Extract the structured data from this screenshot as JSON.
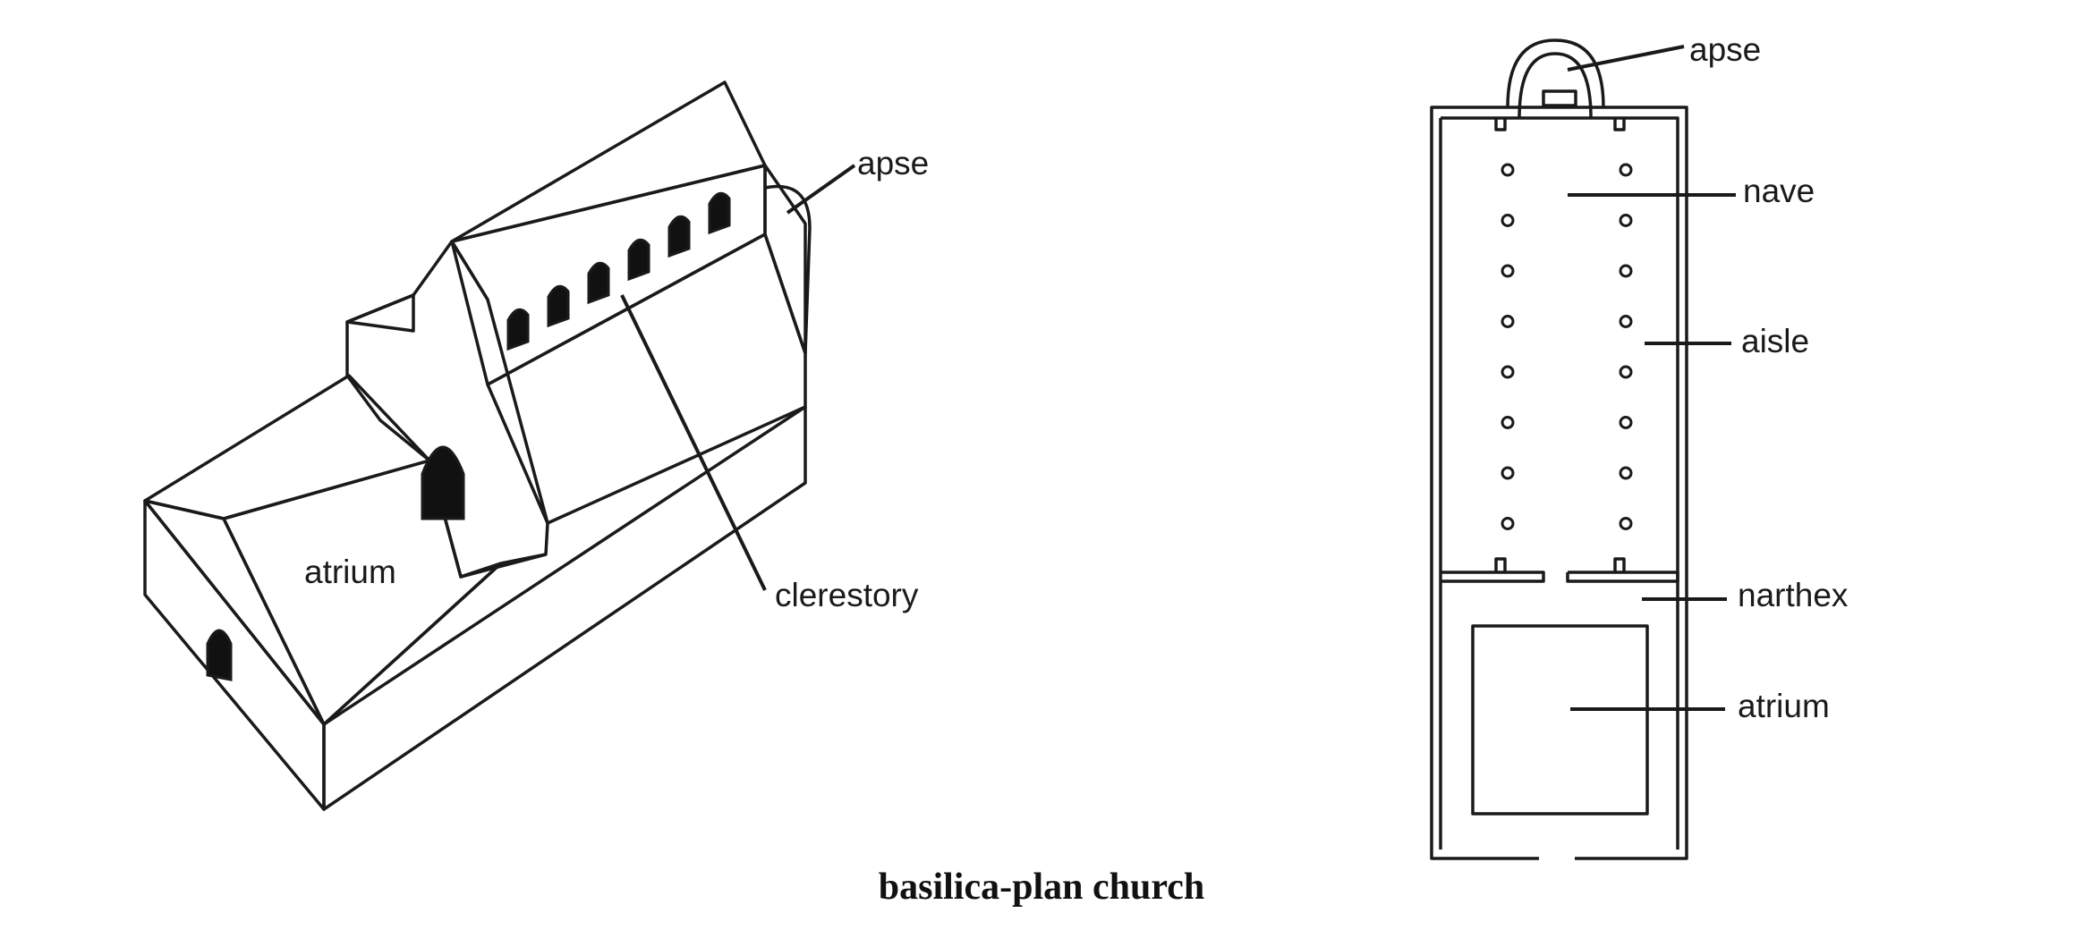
{
  "caption": "basilica-plan church",
  "isometric": {
    "labels": {
      "apse": "apse",
      "atrium": "atrium",
      "clerestory": "clerestory"
    }
  },
  "plan": {
    "labels": {
      "apse": "apse",
      "nave": "nave",
      "aisle": "aisle",
      "narthex": "narthex",
      "atrium": "atrium"
    }
  }
}
